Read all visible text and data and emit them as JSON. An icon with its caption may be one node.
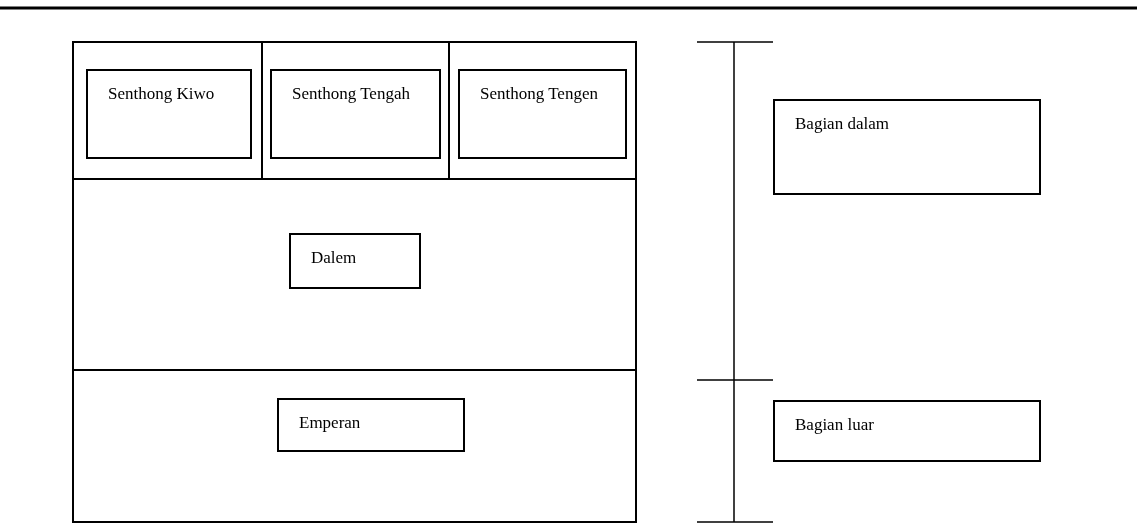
{
  "diagram": {
    "nodes": [
      {
        "text": [
          "Senthong Kiwo"
        ]
      },
      {
        "text": [
          "Senthong Tengah"
        ]
      },
      {
        "text": [
          "Senthong Tengen"
        ]
      },
      {
        "text": [
          "Dalem"
        ]
      },
      {
        "text": [
          "Emperan"
        ]
      },
      {
        "text": [
          "Bagian dalam"
        ]
      },
      {
        "text": [
          "Bagian luar"
        ]
      }
    ]
  }
}
